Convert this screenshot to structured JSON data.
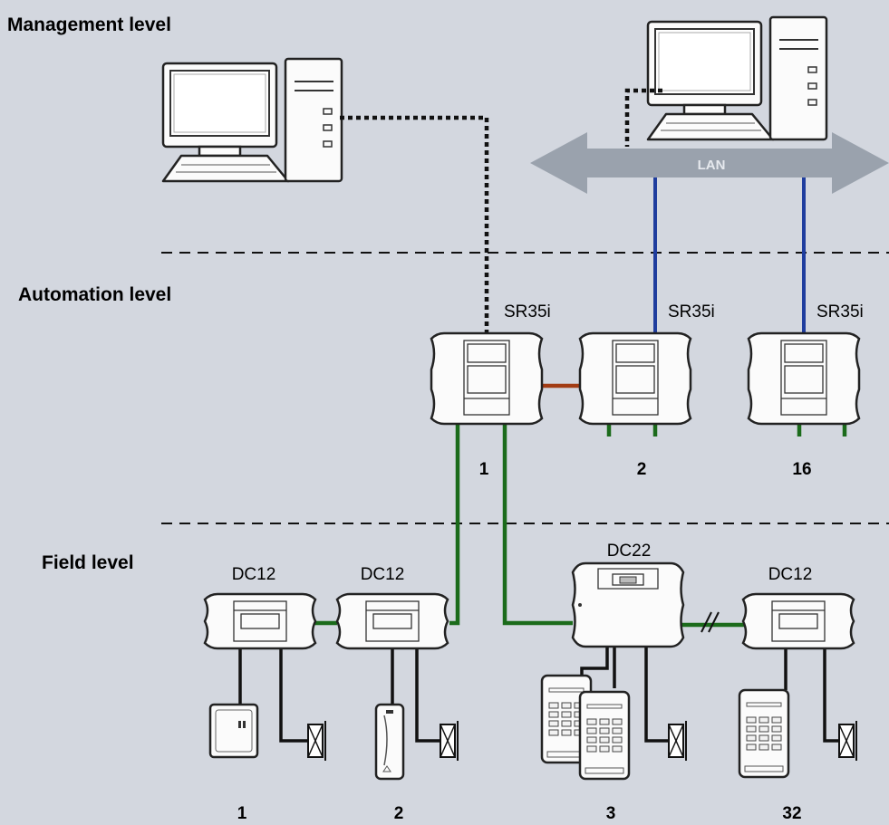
{
  "levels": {
    "management": "Management level",
    "automation": "Automation level",
    "field": "Field level"
  },
  "network": {
    "lan_label": "LAN"
  },
  "controllers": [
    {
      "label": "SR35i",
      "number": "1"
    },
    {
      "label": "SR35i",
      "number": "2"
    },
    {
      "label": "SR35i",
      "number": "16"
    }
  ],
  "door_controllers": [
    {
      "label": "DC12",
      "number": "1"
    },
    {
      "label": "DC12",
      "number": "2"
    },
    {
      "label": "DC22",
      "number": "3"
    },
    {
      "label": "DC12",
      "number": "32"
    }
  ],
  "colors": {
    "background": "#d3d7df",
    "lan_arrow": "#9aa2ad",
    "ethernet_link": "#1f3d9e",
    "field_bus": "#1b6b1b",
    "controller_link": "#a23c14",
    "dotted_link": "#111111"
  }
}
